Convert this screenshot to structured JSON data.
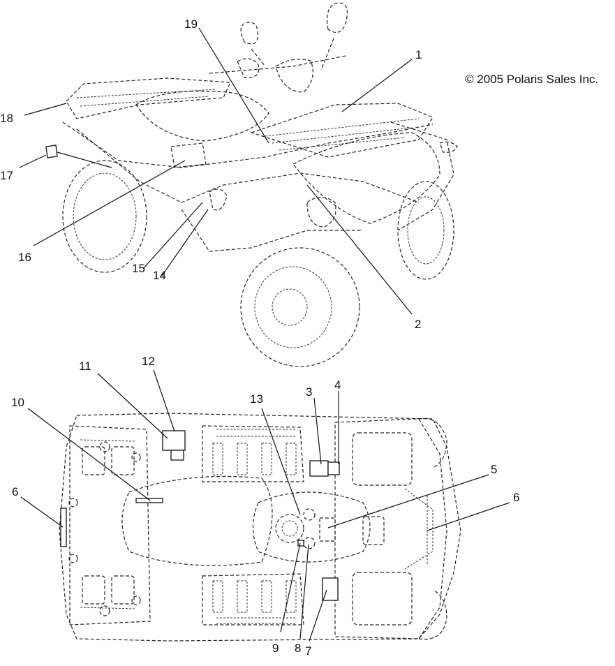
{
  "copyright": "© 2005 Polaris Sales Inc.",
  "callouts": [
    "1",
    "2",
    "3",
    "4",
    "5",
    "6",
    "7",
    "8",
    "9",
    "10",
    "11",
    "12",
    "13",
    "14",
    "15",
    "16",
    "17",
    "18",
    "19"
  ]
}
